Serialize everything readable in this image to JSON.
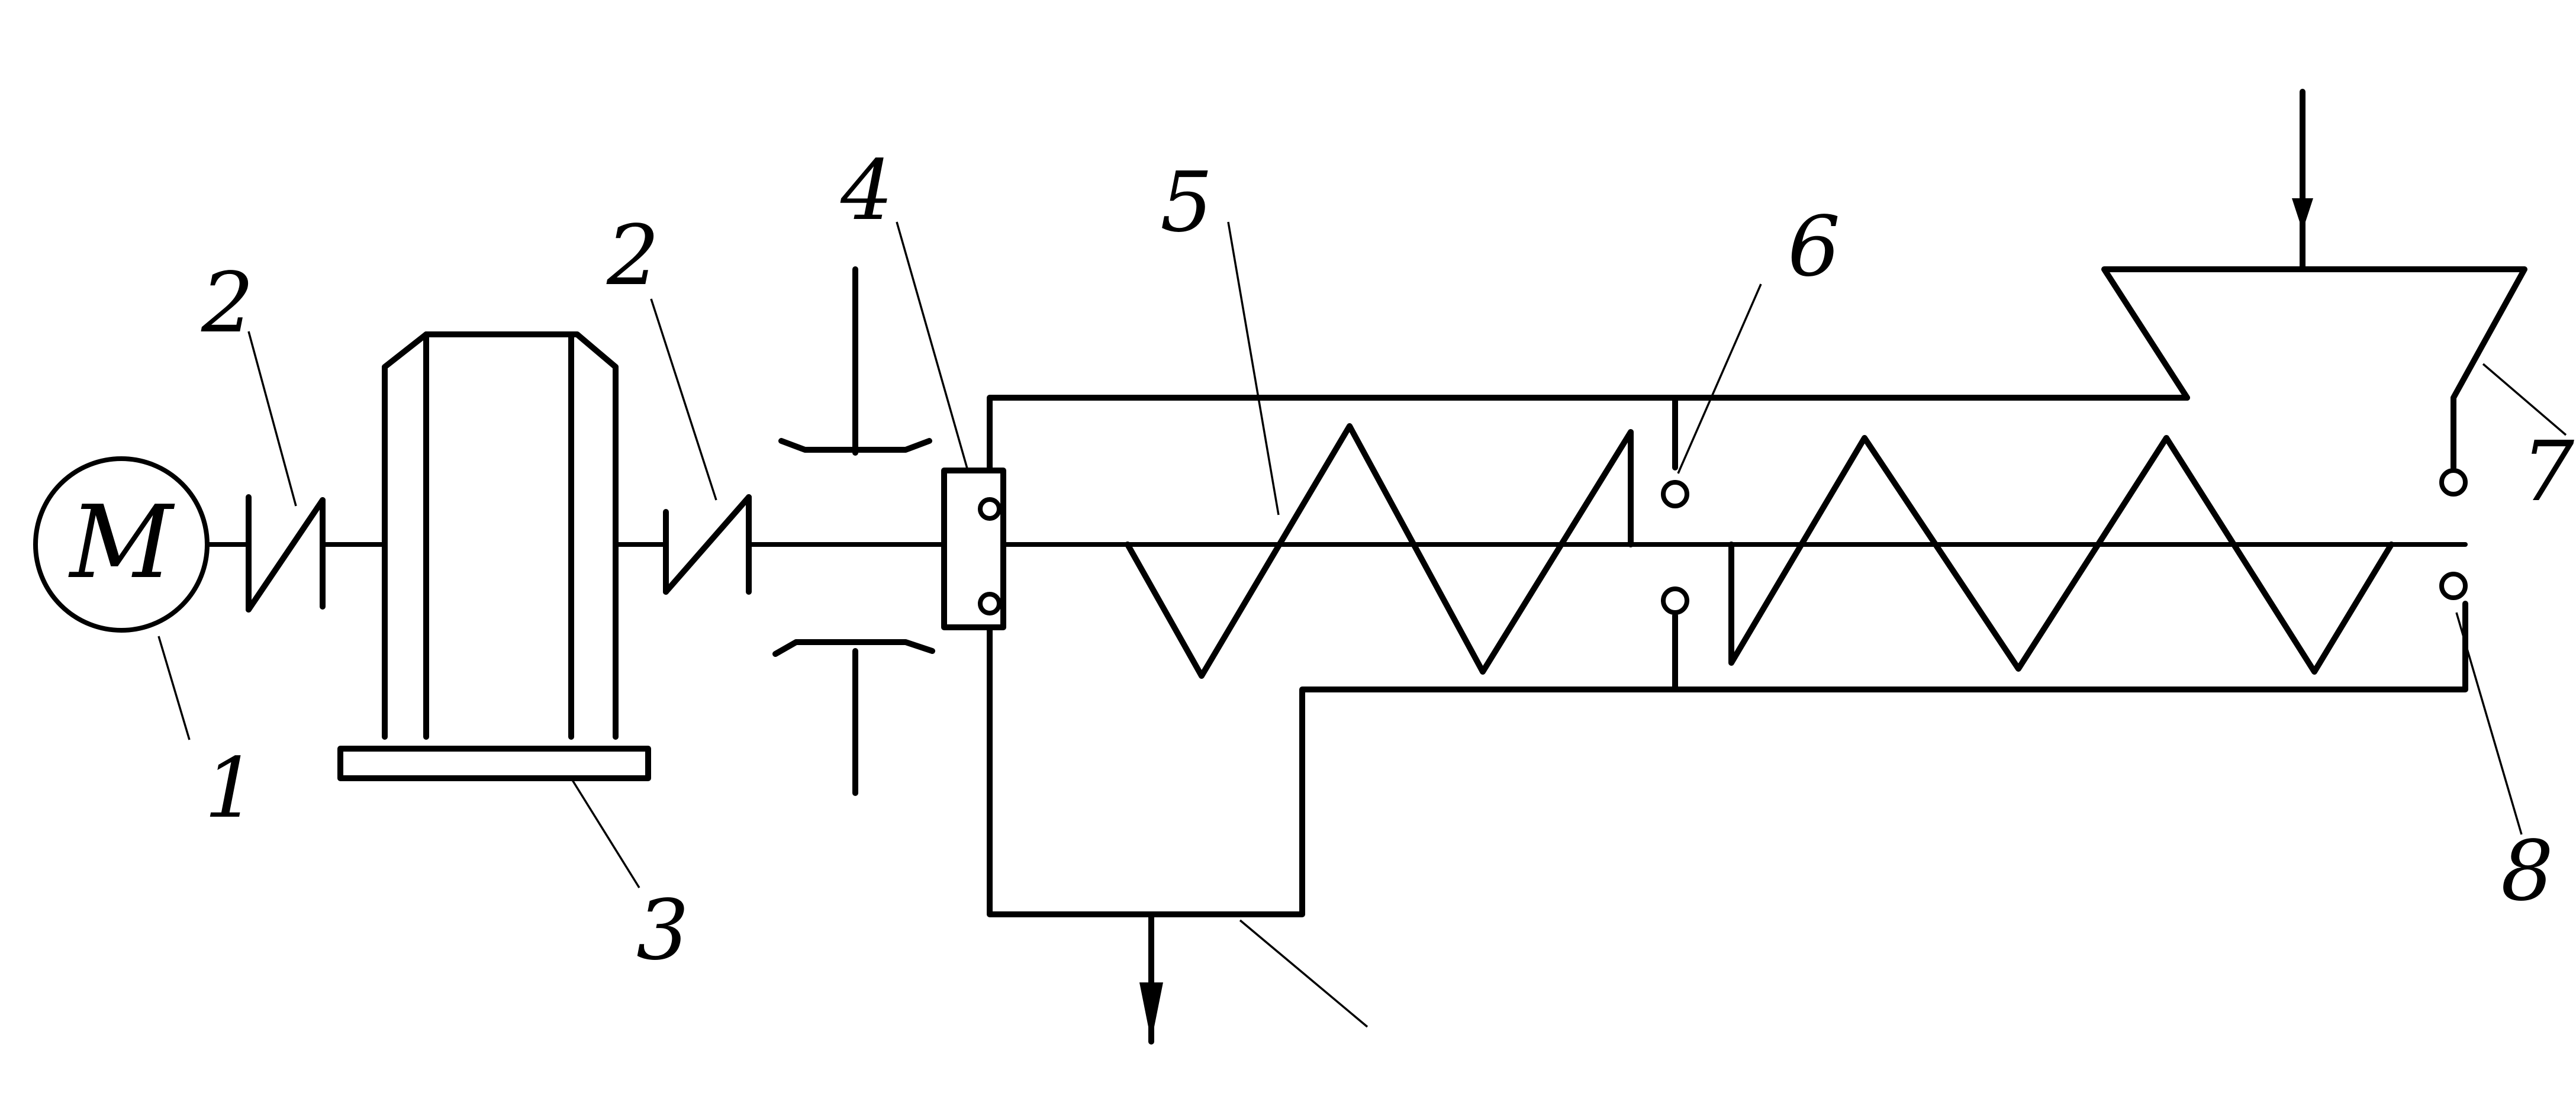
{
  "motor": {
    "symbol": "M"
  },
  "labels": {
    "n1": "1",
    "n2a": "2",
    "n2b": "2",
    "n3": "3",
    "n4": "4",
    "n5": "5",
    "n6": "6",
    "n7": "7",
    "n8": "8"
  }
}
